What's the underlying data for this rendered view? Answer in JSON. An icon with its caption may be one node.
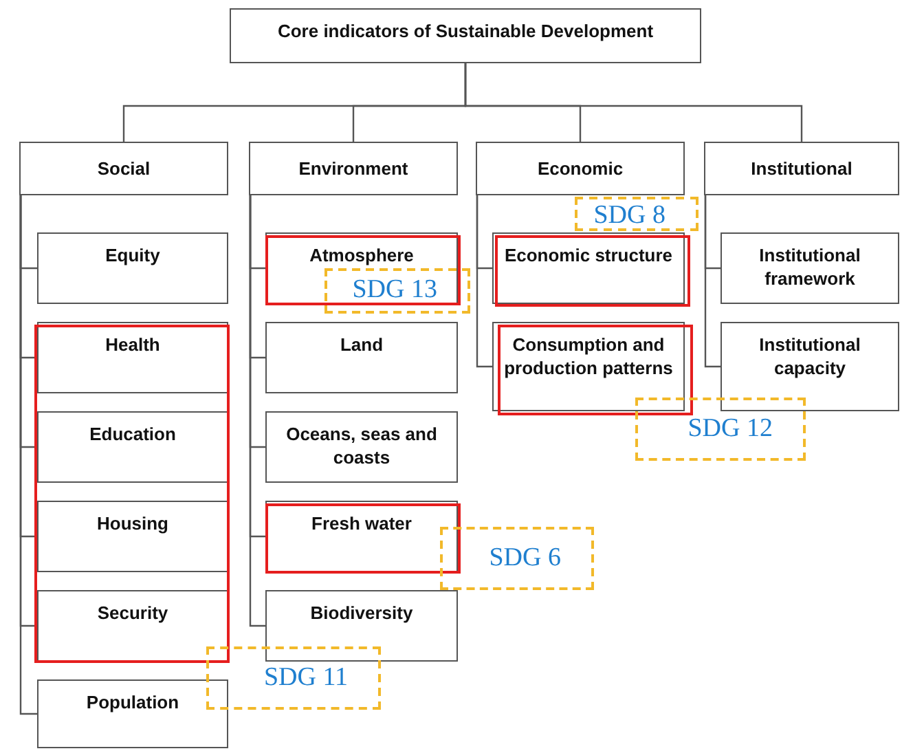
{
  "diagram": {
    "nodes": [
      {
        "text": [
          "Core indicators of Sustainable Development"
        ]
      },
      {
        "text": [
          "Social"
        ]
      },
      {
        "text": [
          "Environment"
        ]
      },
      {
        "text": [
          "Economic"
        ]
      },
      {
        "text": [
          "Institutional"
        ]
      },
      {
        "text": [
          "Equity"
        ]
      },
      {
        "text": [
          "Health"
        ]
      },
      {
        "text": [
          "Education"
        ]
      },
      {
        "text": [
          "Housing"
        ]
      },
      {
        "text": [
          "Security"
        ]
      },
      {
        "text": [
          "Population"
        ]
      },
      {
        "text": [
          "Atmosphere"
        ]
      },
      {
        "text": [
          "Land"
        ]
      },
      {
        "text": [
          "Oceans, seas and coasts"
        ]
      },
      {
        "text": [
          "Fresh water"
        ]
      },
      {
        "text": [
          "Biodiversity"
        ]
      },
      {
        "text": [
          "Economic structure"
        ]
      },
      {
        "text": [
          "Consumption and production patterns"
        ]
      },
      {
        "text": [
          "Institutional framework"
        ]
      },
      {
        "text": [
          "Institutional capacity"
        ]
      },
      {
        "text": [
          "SDG 8"
        ]
      },
      {
        "text": [
          "SDG 13"
        ]
      },
      {
        "text": [
          "SDG 12"
        ]
      },
      {
        "text": [
          "SDG 6"
        ]
      },
      {
        "text": [
          "SDG 11"
        ]
      }
    ],
    "edges": [
      {
        "from": 0,
        "to": 1,
        "arrow": "none"
      },
      {
        "from": 0,
        "to": 2,
        "arrow": "none"
      },
      {
        "from": 0,
        "to": 3,
        "arrow": "none"
      },
      {
        "from": 0,
        "to": 4,
        "arrow": "none"
      },
      {
        "from": 1,
        "to": 5,
        "arrow": "none"
      },
      {
        "from": 1,
        "to": 6,
        "arrow": "none"
      },
      {
        "from": 1,
        "to": 7,
        "arrow": "none"
      },
      {
        "from": 1,
        "to": 8,
        "arrow": "none"
      },
      {
        "from": 1,
        "to": 9,
        "arrow": "none"
      },
      {
        "from": 1,
        "to": 10,
        "arrow": "none"
      },
      {
        "from": 2,
        "to": 11,
        "arrow": "none"
      },
      {
        "from": 2,
        "to": 12,
        "arrow": "none"
      },
      {
        "from": 2,
        "to": 13,
        "arrow": "none"
      },
      {
        "from": 2,
        "to": 14,
        "arrow": "none"
      },
      {
        "from": 2,
        "to": 15,
        "arrow": "none"
      },
      {
        "from": 3,
        "to": 16,
        "arrow": "none"
      },
      {
        "from": 3,
        "to": 17,
        "arrow": "none"
      },
      {
        "from": 4,
        "to": 18,
        "arrow": "none"
      },
      {
        "from": 4,
        "to": 19,
        "arrow": "none"
      }
    ]
  }
}
